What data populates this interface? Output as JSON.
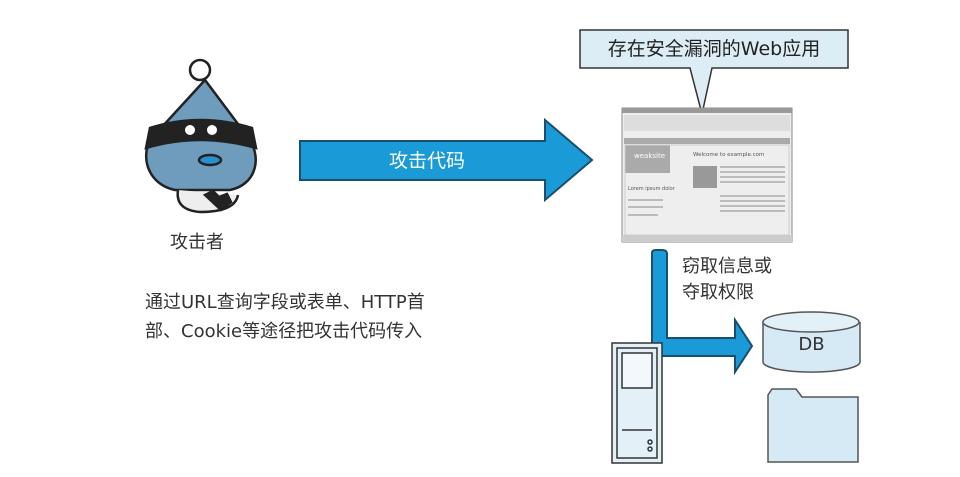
{
  "callout": {
    "label": "存在安全漏洞的Web应用"
  },
  "attack_arrow": {
    "label": "攻击代码"
  },
  "attacker": {
    "label": "攻击者"
  },
  "description": {
    "lines": [
      "通过URL查询字段或表单、HTTP首",
      "部、Cookie等途径把攻击代码传入"
    ]
  },
  "steal": {
    "lines": [
      "窃取信息或",
      "夺取权限"
    ]
  },
  "database": {
    "label": "DB"
  },
  "browser": {
    "site_name": "weaksite",
    "heading": "Welcome to example.com",
    "sidebar_title": "Lorem ipsum dolor"
  },
  "colors": {
    "arrow": "#1a9ad6",
    "callout_fill": "#dcedf5",
    "db_fill": "#d6eaf5",
    "figure": "#6f9cbd"
  }
}
